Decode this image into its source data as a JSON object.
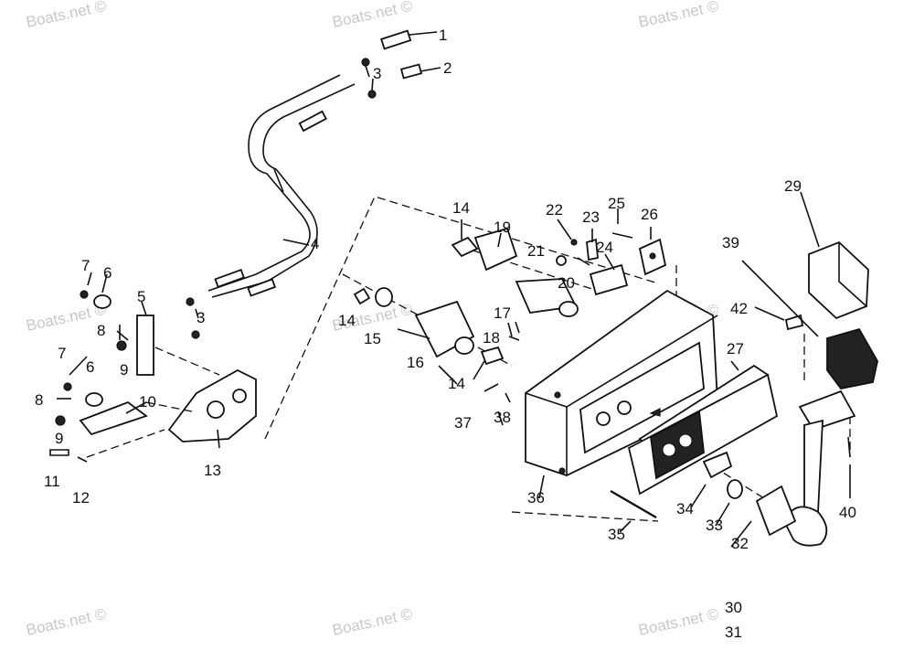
{
  "watermark": "Boats.net ©",
  "labels": {
    "p1": "1",
    "p2": "2",
    "p3a": "3",
    "p3b": "3",
    "p4": "4",
    "p5": "5",
    "p6a": "6",
    "p6b": "6",
    "p7a": "7",
    "p7b": "7",
    "p8a": "8",
    "p8b": "8",
    "p9a": "9",
    "p9b": "9",
    "p10": "10",
    "p11": "11",
    "p12": "12",
    "p13": "13",
    "p14a": "14",
    "p14b": "14",
    "p14c": "14",
    "p15": "15",
    "p16": "16",
    "p17": "17",
    "p18": "18",
    "p19": "19",
    "p20": "20",
    "p21": "21",
    "p22": "22",
    "p23": "23",
    "p24": "24",
    "p25": "25",
    "p26": "26",
    "p27": "27",
    "p29": "29",
    "p30": "30",
    "p31": "31",
    "p32": "32",
    "p33": "33",
    "p34": "34",
    "p35": "35",
    "p36": "36",
    "p37": "37",
    "p38": "38",
    "p39": "39",
    "p40": "40",
    "p42": "42"
  }
}
